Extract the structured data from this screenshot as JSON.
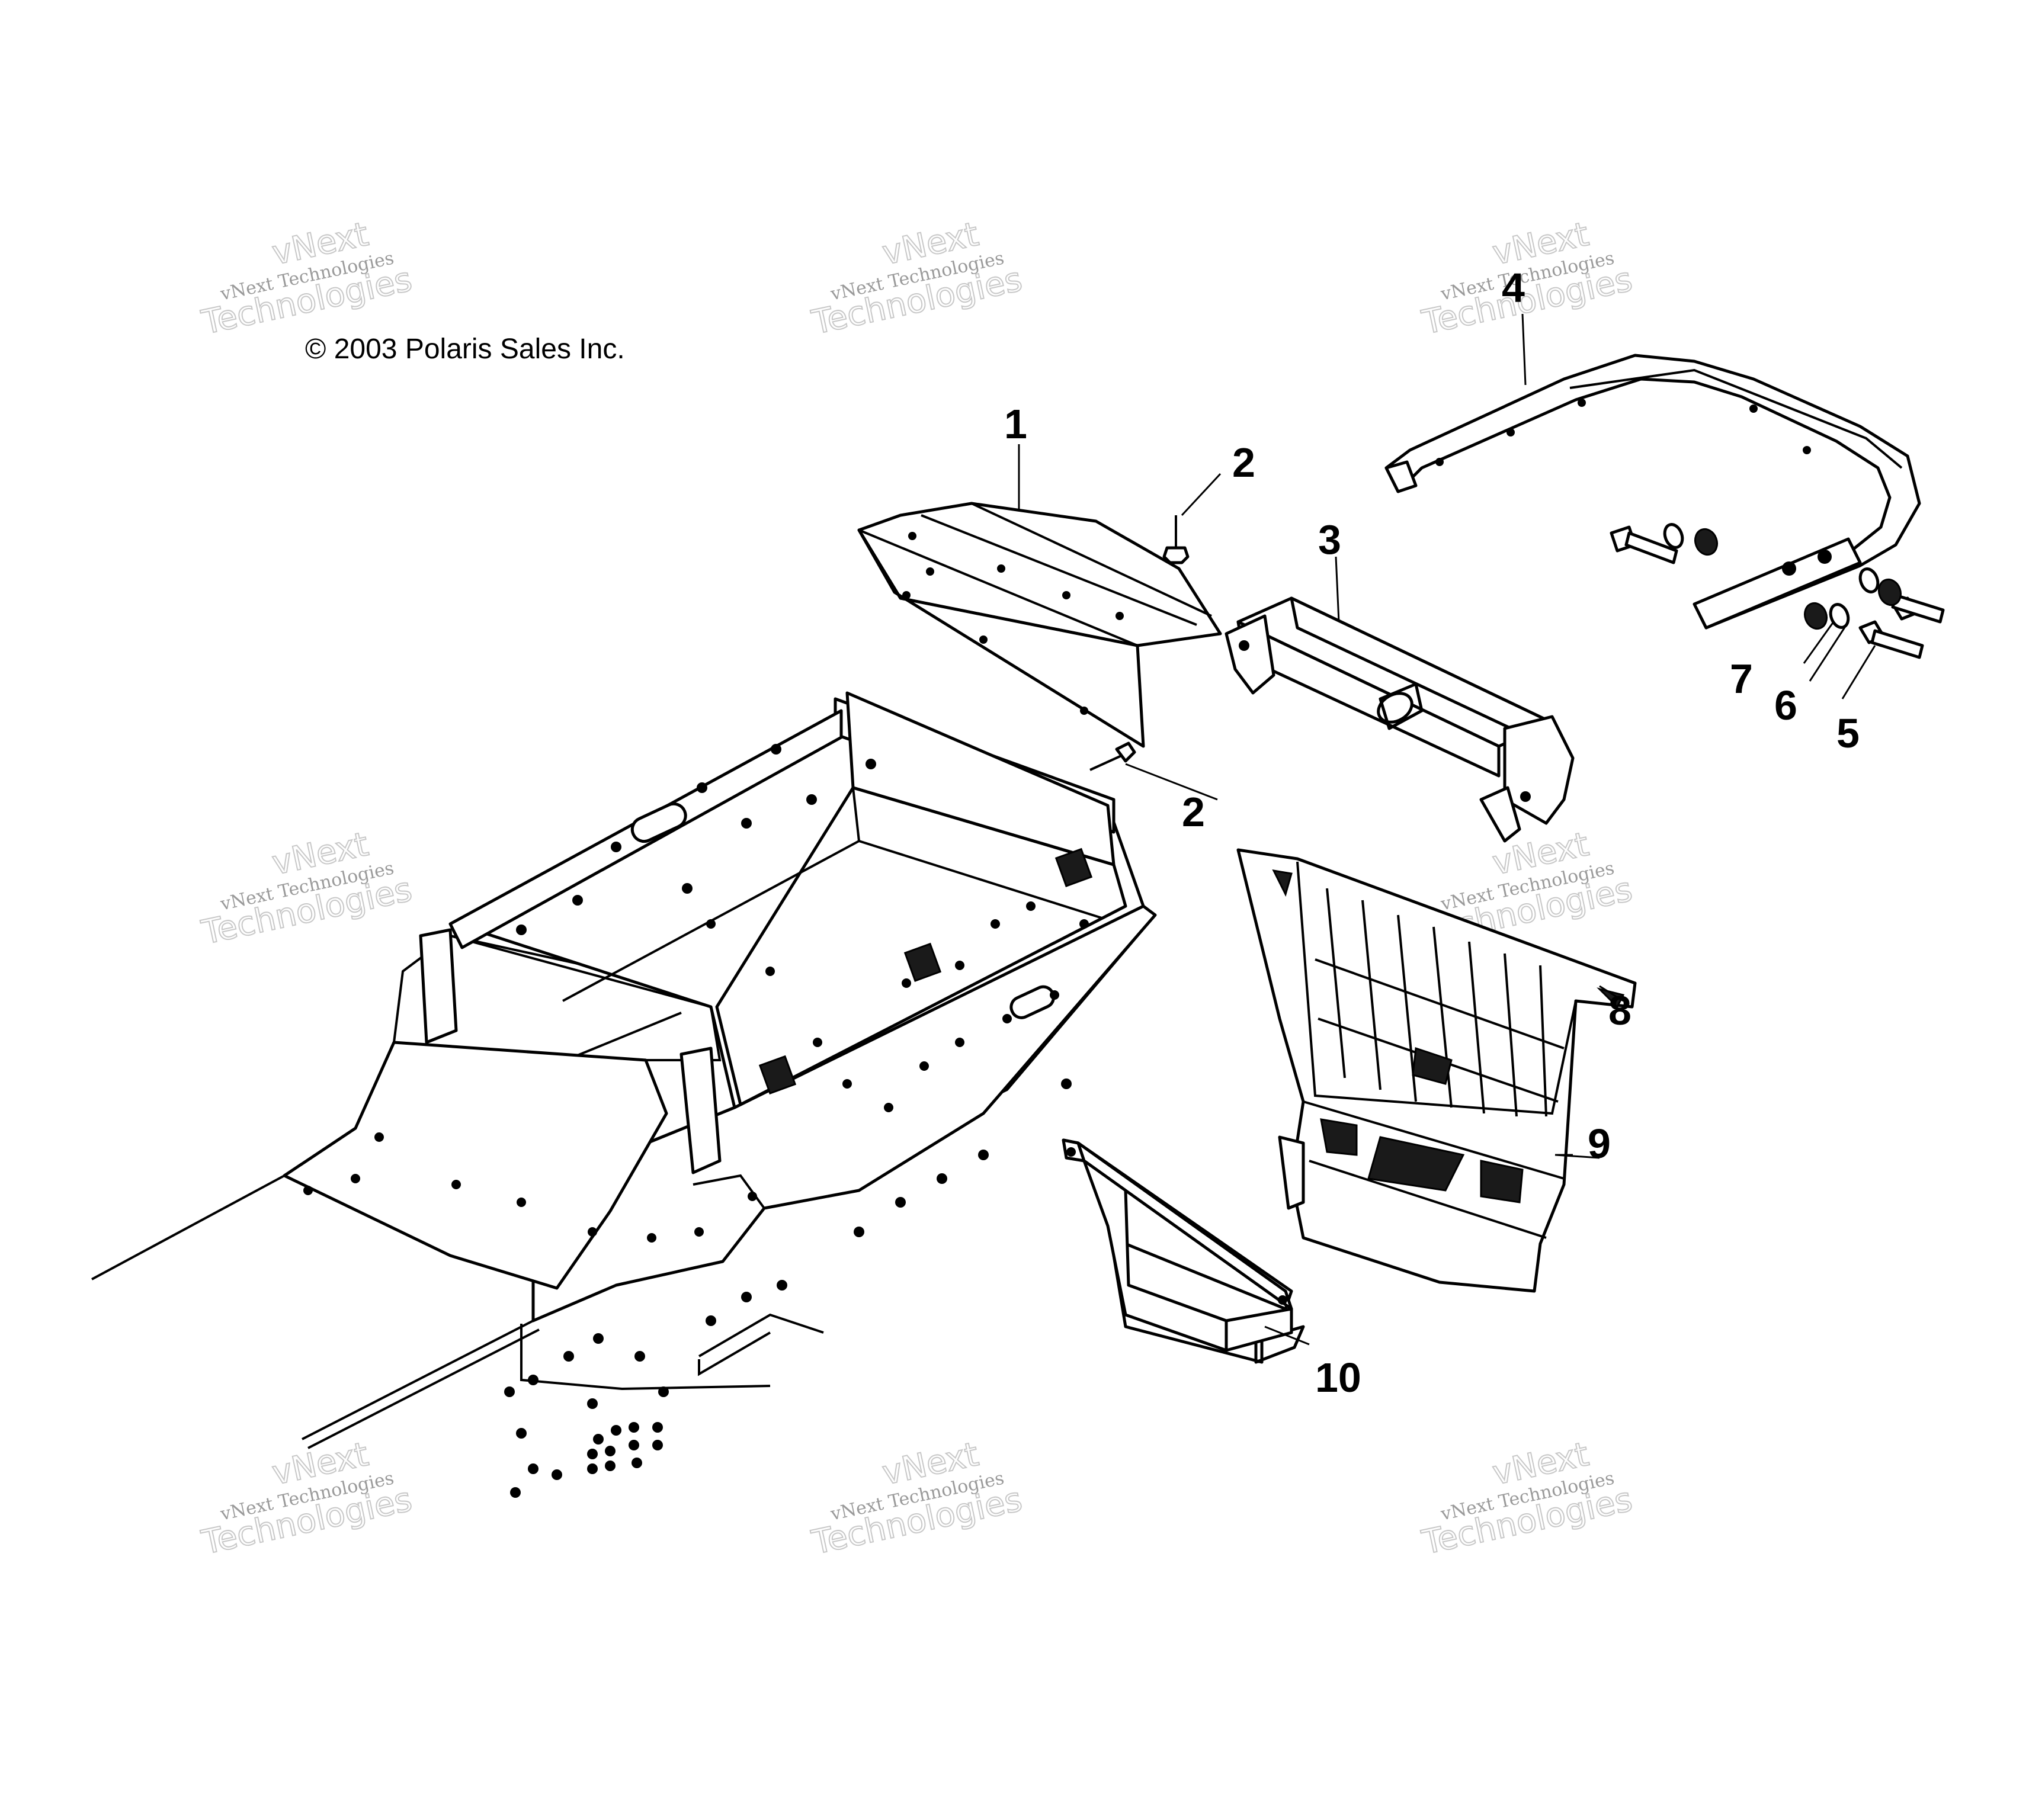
{
  "copyright": "© 2003 Polaris Sales Inc.",
  "watermark": {
    "line1": "vNext",
    "line2": "vNext Technologies",
    "line3": "Technologies"
  },
  "callouts": [
    "1",
    "2",
    "3",
    "4",
    "5",
    "6",
    "7",
    "2",
    "8",
    "9",
    "10"
  ],
  "parts": [
    {
      "number": "1",
      "icon": "storage-lid-panel"
    },
    {
      "number": "2",
      "icon": "push-rivet"
    },
    {
      "number": "3",
      "icon": "rear-bumper-bracket"
    },
    {
      "number": "4",
      "icon": "rear-grab-bumper"
    },
    {
      "number": "5",
      "icon": "bolt"
    },
    {
      "number": "6",
      "icon": "washer"
    },
    {
      "number": "7",
      "icon": "nut"
    },
    {
      "number": "8",
      "icon": "push-rivet"
    },
    {
      "number": "9",
      "icon": "snow-flap"
    },
    {
      "number": "10",
      "icon": "reflector-bracket"
    }
  ]
}
